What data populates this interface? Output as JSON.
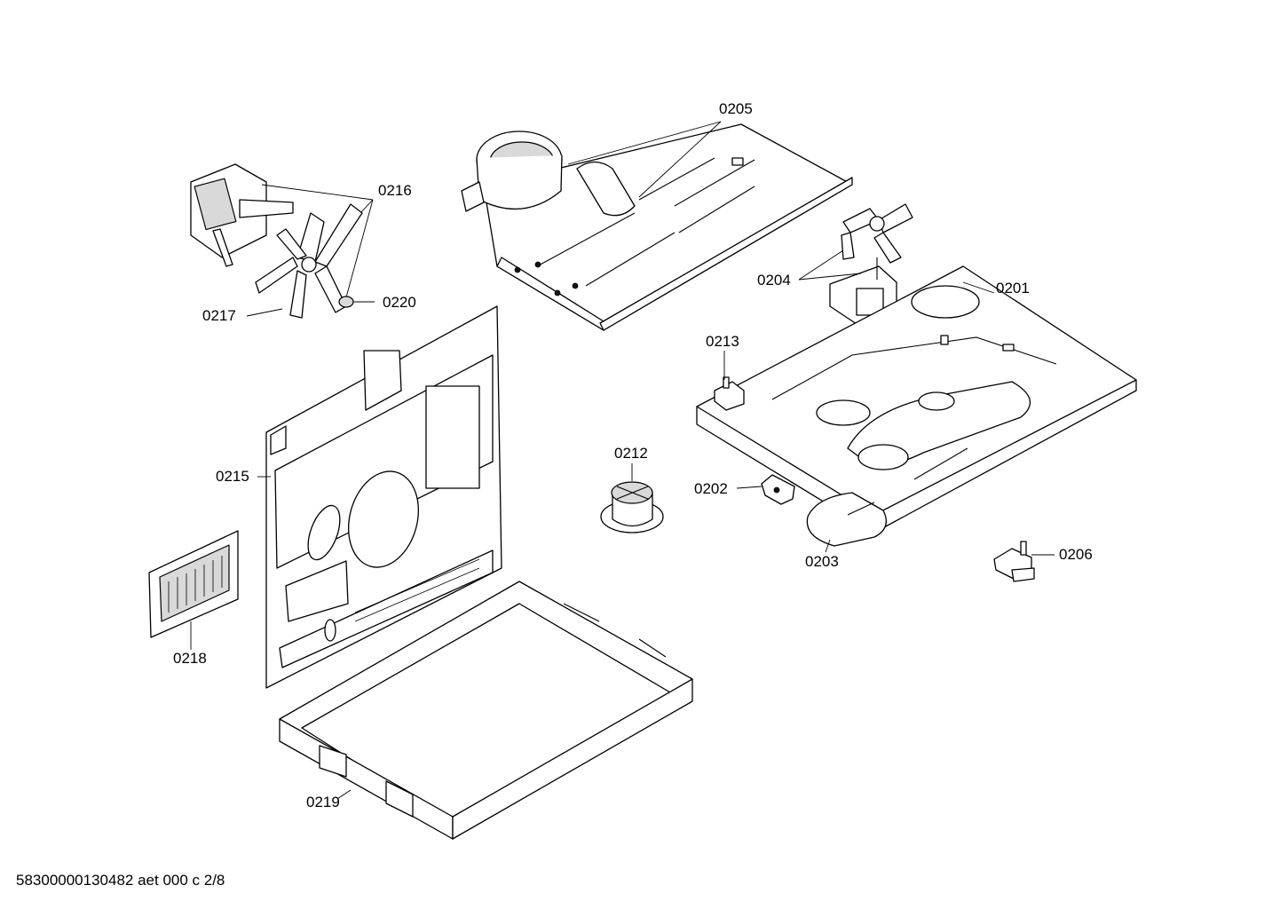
{
  "callouts": {
    "p0201": "0201",
    "p0202": "0202",
    "p0203": "0203",
    "p0204": "0204",
    "p0205": "0205",
    "p0206": "0206",
    "p0212": "0212",
    "p0213": "0213",
    "p0215": "0215",
    "p0216": "0216",
    "p0217": "0217",
    "p0218": "0218",
    "p0219": "0219",
    "p0220": "0220"
  },
  "footer": {
    "document_id": "58300000130482 aet 000 c 2/8"
  },
  "colors": {
    "line": "#000000",
    "background": "#ffffff",
    "shade": "#d9d9d9"
  }
}
